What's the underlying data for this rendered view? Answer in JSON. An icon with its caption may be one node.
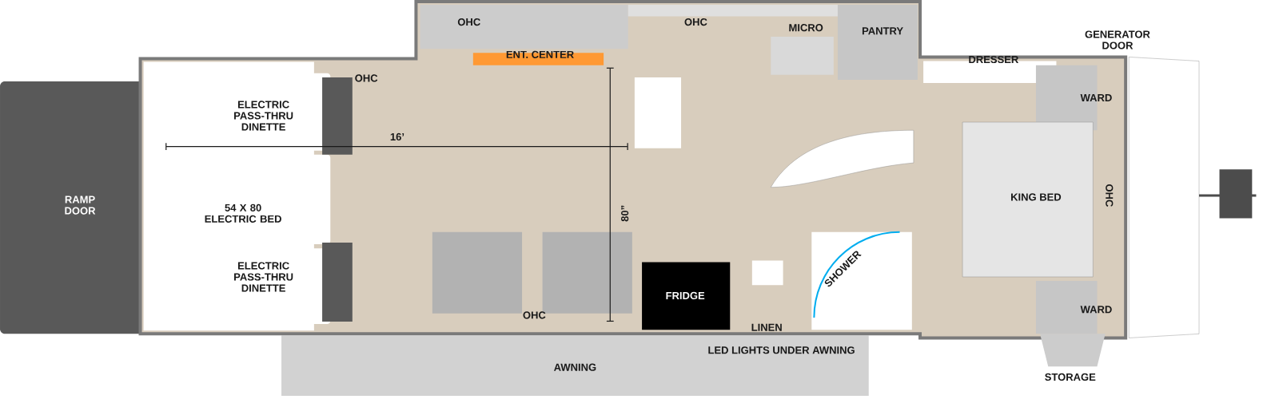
{
  "diagram": {
    "labels": [
      "OHC",
      "OHC",
      "MICRO",
      "PANTRY",
      "ENT. CENTER",
      "GENERATOR DOOR",
      "DRESSER",
      "OHC",
      "WARD",
      "ELECTRIC PASS-THRU DINETTE",
      "16’",
      "RAMP DOOR",
      "54 X 80 ELECTRIC BED",
      "80”",
      "KING BED",
      "OHC",
      "SHOWER",
      "ELECTRIC PASS-THRU DINETTE",
      "FRIDGE",
      "OHC",
      "LINEN",
      "WARD",
      "LED LIGHTS UNDER AWNING",
      "AWNING",
      "STORAGE"
    ]
  }
}
